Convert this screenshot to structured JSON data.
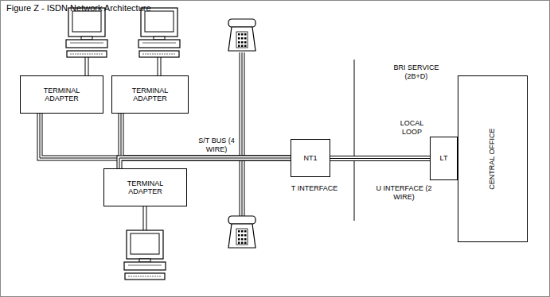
{
  "diagram": {
    "title": "Figure Z - ISDN Network Architecture",
    "nodes": [
      {
        "text": [
          "TERMINAL ADAPTER"
        ]
      },
      {
        "text": [
          "TERMINAL ADAPTER"
        ]
      },
      {
        "text": [
          "TERMINAL ADAPTER"
        ]
      },
      {
        "text": [
          "NT1"
        ]
      },
      {
        "text": [
          "LT"
        ]
      },
      {
        "text": [
          "CENTRAL OFFICE"
        ]
      }
    ],
    "edges": [
      {
        "from": 0,
        "to": 3,
        "arrow": "none"
      },
      {
        "from": 1,
        "to": 3,
        "arrow": "none"
      },
      {
        "from": 2,
        "to": 3,
        "arrow": "none"
      },
      {
        "from": 3,
        "to": 4,
        "arrow": "none"
      }
    ],
    "labels": [
      "S/T BUS (4 WIRE)",
      "T INTERFACE",
      "BRI SERVICE (2B+D)",
      "LOCAL LOOP",
      "U INTERFACE (2 WIRE)"
    ]
  }
}
